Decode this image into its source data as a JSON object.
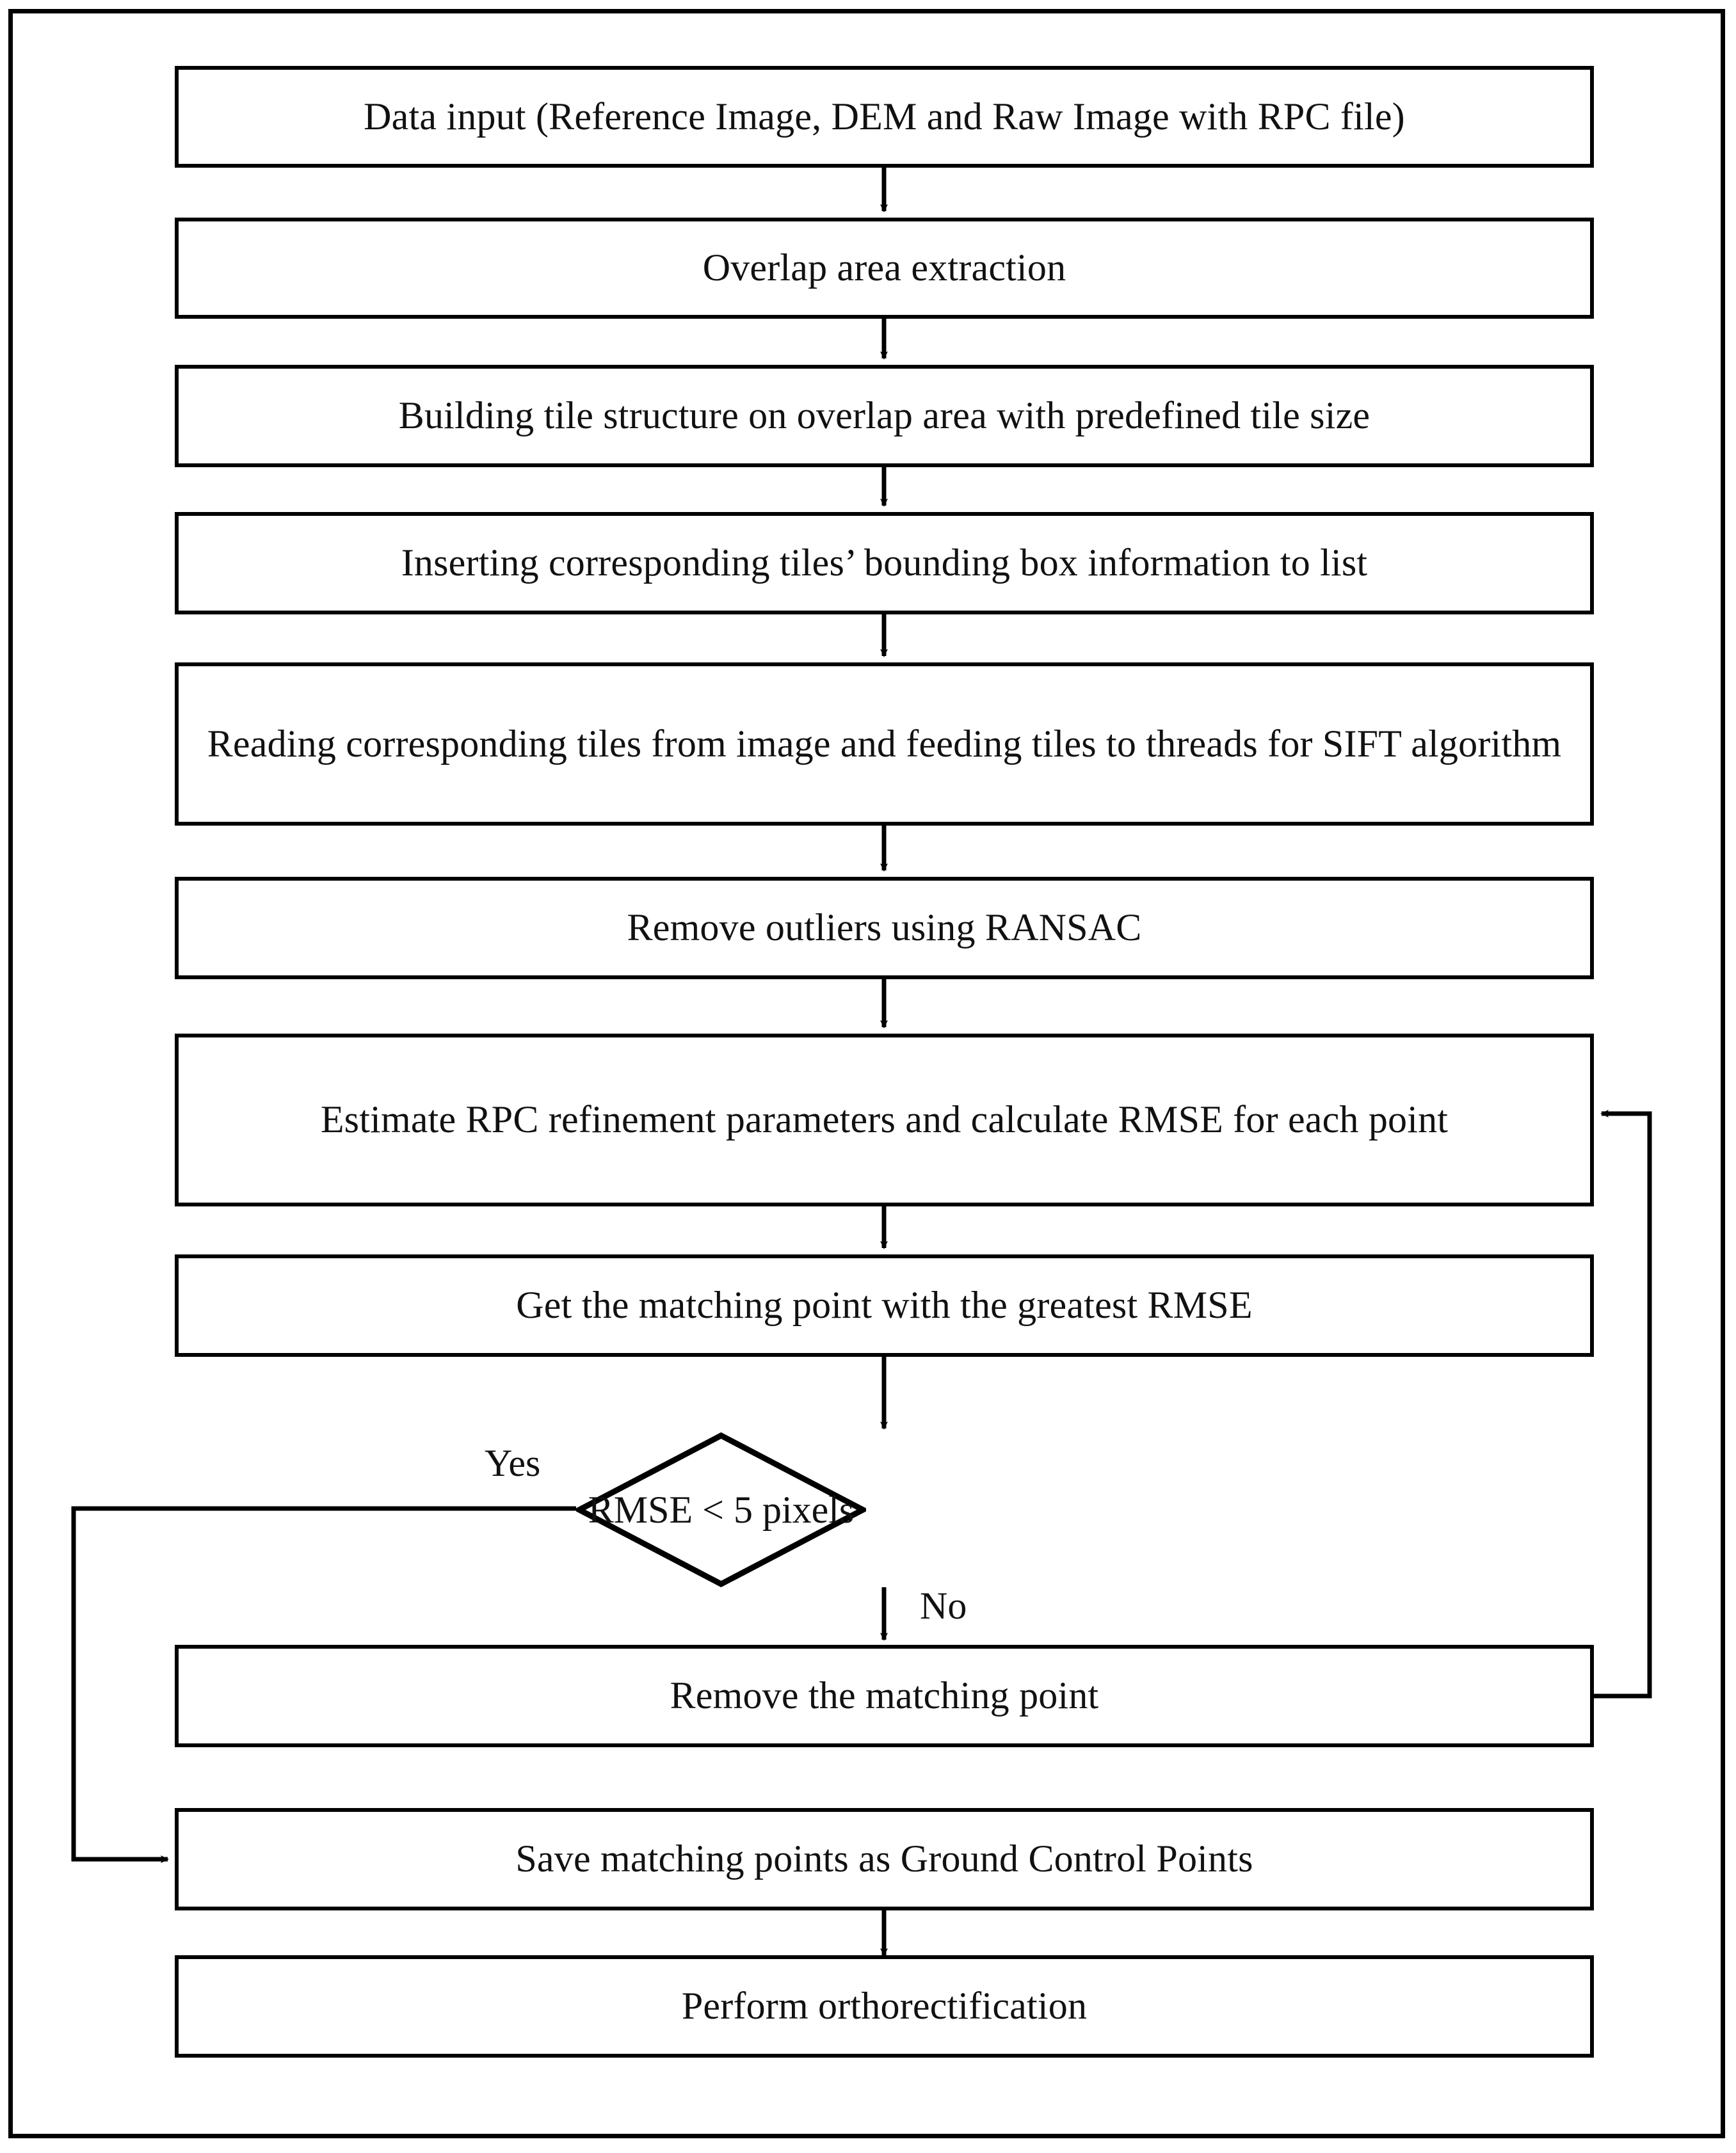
{
  "diagram": {
    "type": "flowchart",
    "title": "Orthorectification workflow with RPC refinement",
    "frame_color": "#000000",
    "background": "#ffffff",
    "nodes": [
      {
        "id": "n1",
        "shape": "process",
        "text": "Data input (Reference Image, DEM and Raw Image with RPC file)"
      },
      {
        "id": "n2",
        "shape": "process",
        "text": "Overlap area extraction"
      },
      {
        "id": "n3",
        "shape": "process",
        "text": "Building tile structure on overlap area with predefined tile size"
      },
      {
        "id": "n4",
        "shape": "process",
        "text": "Inserting corresponding tiles’ bounding box information to list"
      },
      {
        "id": "n5",
        "shape": "process",
        "text": "Reading corresponding tiles from image and feeding tiles to threads for SIFT algorithm"
      },
      {
        "id": "n6",
        "shape": "process",
        "text": "Remove outliers using RANSAC"
      },
      {
        "id": "n7",
        "shape": "process",
        "text": "Estimate RPC refinement parameters and calculate RMSE for each point"
      },
      {
        "id": "n8",
        "shape": "process",
        "text": "Get the matching point with the greatest RMSE"
      },
      {
        "id": "n9",
        "shape": "decision",
        "text": "RMSE < 5 pixels"
      },
      {
        "id": "n10",
        "shape": "process",
        "text": "Remove the matching point"
      },
      {
        "id": "n11",
        "shape": "process",
        "text": "Save matching points as Ground Control Points"
      },
      {
        "id": "n12",
        "shape": "process",
        "text": "Perform orthorectification"
      }
    ],
    "edge_labels": {
      "yes": "Yes",
      "no": "No"
    },
    "edges": [
      {
        "from": "n1",
        "to": "n2",
        "label": ""
      },
      {
        "from": "n2",
        "to": "n3",
        "label": ""
      },
      {
        "from": "n3",
        "to": "n4",
        "label": ""
      },
      {
        "from": "n4",
        "to": "n5",
        "label": ""
      },
      {
        "from": "n5",
        "to": "n6",
        "label": ""
      },
      {
        "from": "n6",
        "to": "n7",
        "label": ""
      },
      {
        "from": "n7",
        "to": "n8",
        "label": ""
      },
      {
        "from": "n8",
        "to": "n9",
        "label": ""
      },
      {
        "from": "n9",
        "to": "n11",
        "label": "Yes"
      },
      {
        "from": "n9",
        "to": "n10",
        "label": "No"
      },
      {
        "from": "n10",
        "to": "n7",
        "label": ""
      },
      {
        "from": "n11",
        "to": "n12",
        "label": ""
      }
    ]
  }
}
